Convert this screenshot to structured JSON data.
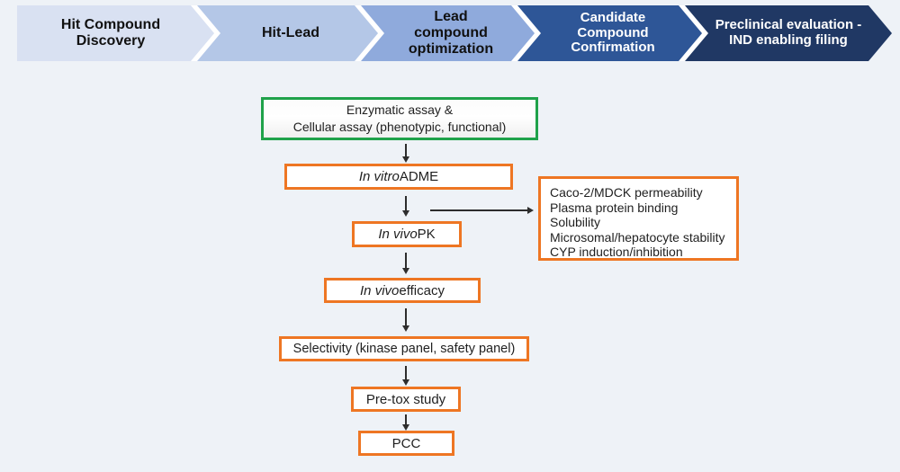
{
  "page": {
    "background": "#eef2f7"
  },
  "pipeline": {
    "stages": [
      {
        "label": "Hit Compound Discovery",
        "color": "#d9e1f2",
        "text_color": "#111111"
      },
      {
        "label": "Hit-Lead",
        "color": "#b4c7e7",
        "text_color": "#111111"
      },
      {
        "label": "Lead compound optimization",
        "color": "#8faadc",
        "text_color": "#111111"
      },
      {
        "label": "Candidate Compound Confirmation",
        "color": "#2e5697",
        "text_color": "#ffffff"
      },
      {
        "label": "Preclinical evaluation - IND enabling filing",
        "color": "#203864",
        "text_color": "#ffffff"
      }
    ]
  },
  "flowchart": {
    "box_border_color": "#ee7623",
    "assay_box": {
      "border_color": "#1fa24a",
      "line1": "Enzymatic assay &",
      "line2": "Cellular assay (phenotypic, functional)"
    },
    "adme_box": {
      "italic": "In vitro",
      "text": " ADME"
    },
    "pk_box": {
      "italic": "In vivo",
      "text": " PK"
    },
    "efficacy_box": {
      "italic": "In vivo",
      "text": " efficacy"
    },
    "selectivity_box": {
      "text": "Selectivity (kinase panel, safety panel)"
    },
    "pretox_box": {
      "text": "Pre-tox study"
    },
    "pcc_box": {
      "text": "PCC"
    },
    "adme_detail_box": {
      "border_color": "#ee7623",
      "items": [
        "Caco-2/MDCK permeability",
        "Plasma protein binding",
        "Solubility",
        "Microsomal/hepatocyte stability",
        "CYP induction/inhibition"
      ]
    }
  }
}
